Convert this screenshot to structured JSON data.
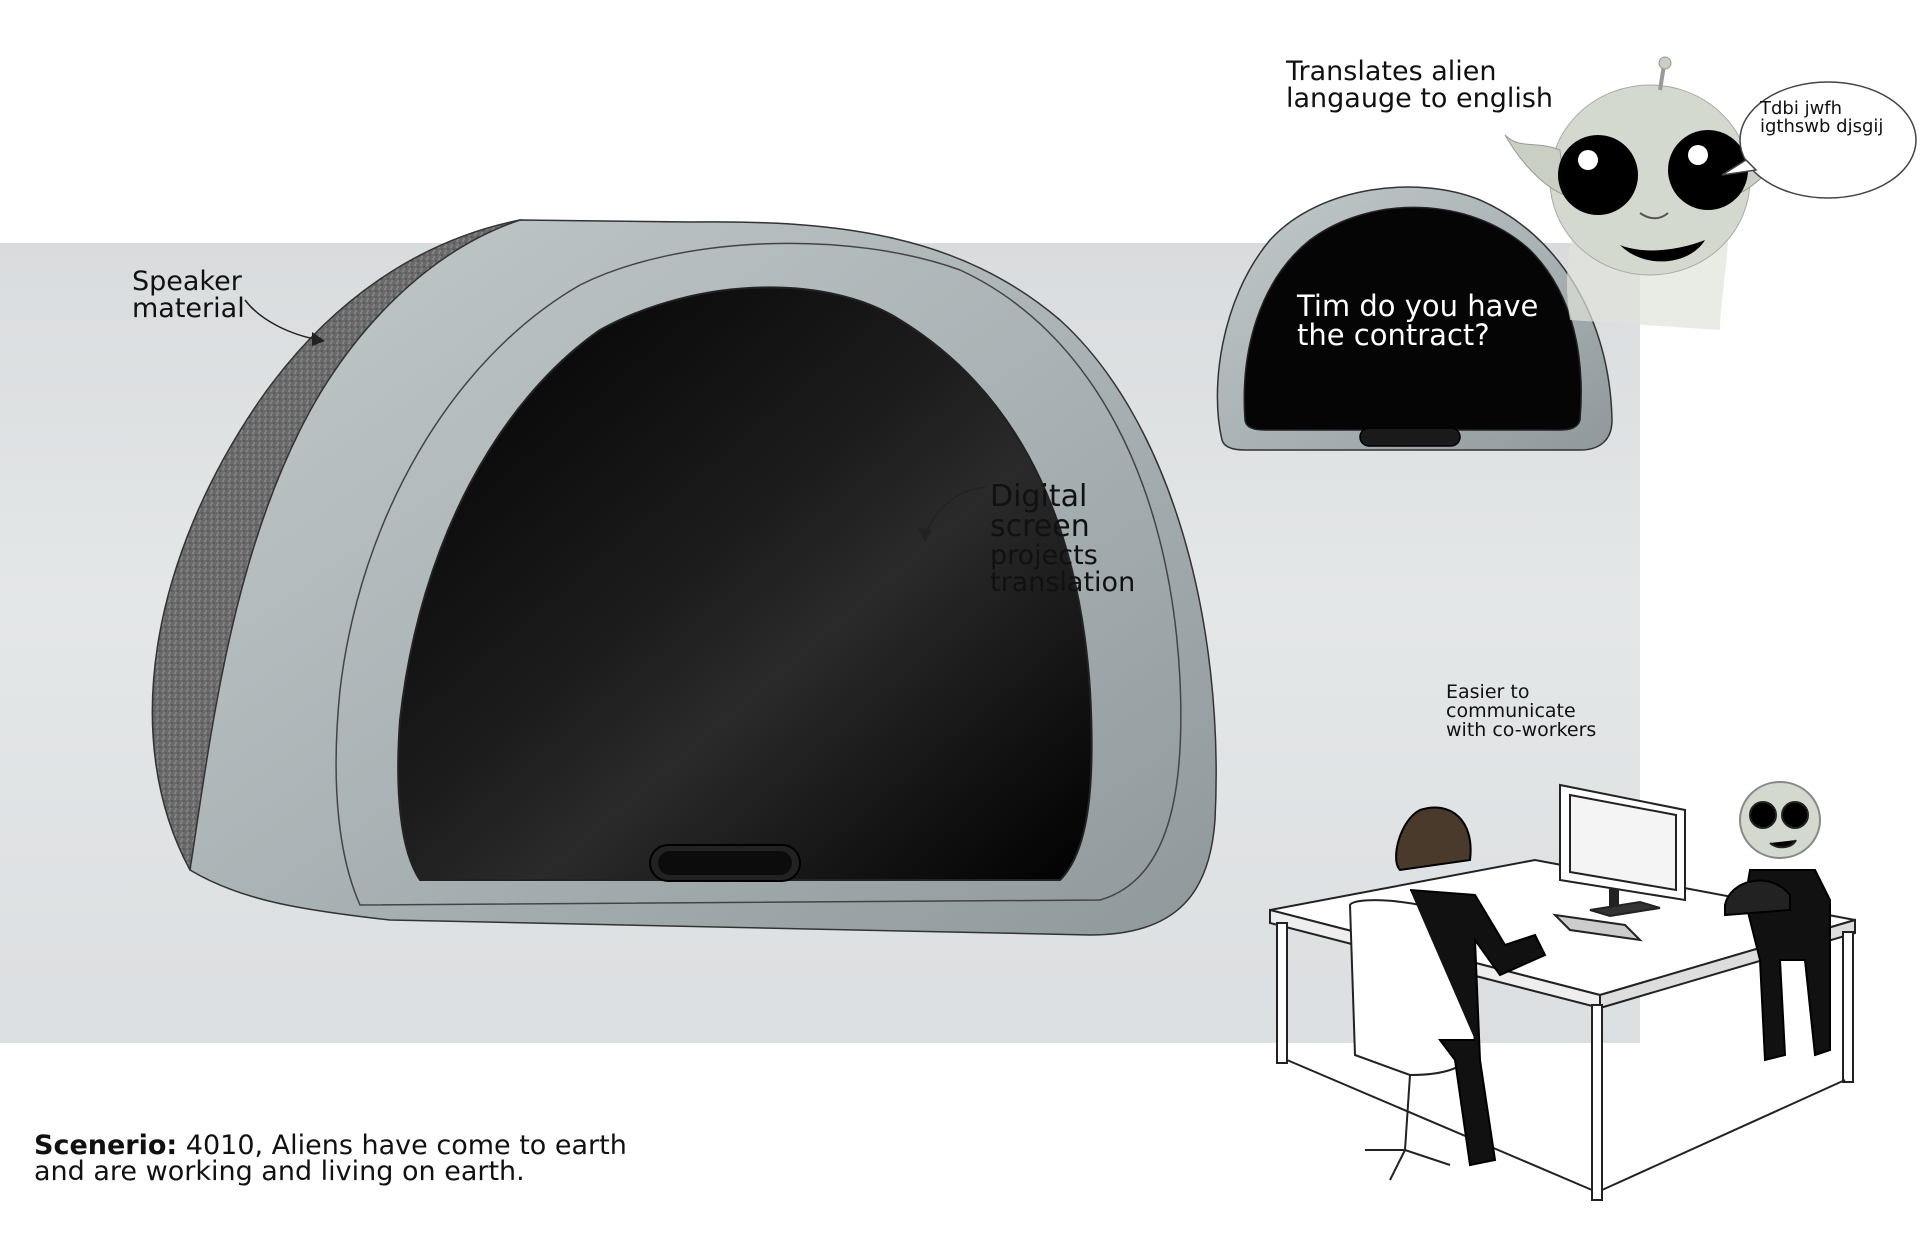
{
  "labels": {
    "speaker_line1": "Speaker",
    "speaker_line2": "material",
    "digital_line1": "Digital",
    "digital_line2": "screen",
    "digital_line3": "projects",
    "digital_line4": "translation",
    "translates_line1": "Translates alien",
    "translates_line2": "langauge to english",
    "easier_line1": "Easier to",
    "easier_line2": "communicate",
    "easier_line3": "with co-workers"
  },
  "bubble": {
    "line1": "Tdbi jwfh",
    "line2": "igthswb djsgij"
  },
  "screen_message": {
    "line1": "Tim do you have",
    "line2": "the contract?"
  },
  "scenario": {
    "heading": "Scenerio:",
    "line1_rest": " 4010, Aliens have come to earth",
    "line2": "and are working and living on earth."
  },
  "colors": {
    "backdrop": "#dfe2e4",
    "device_shell": "#a9b2b4",
    "screen": "#050505",
    "fabric": "#6e6e6e",
    "alien_skin": "#d4d9cf"
  },
  "icons": [
    "speaker-device-illustration",
    "small-device-illustration",
    "alien-head-illustration",
    "speech-bubble",
    "office-desk-scene"
  ]
}
